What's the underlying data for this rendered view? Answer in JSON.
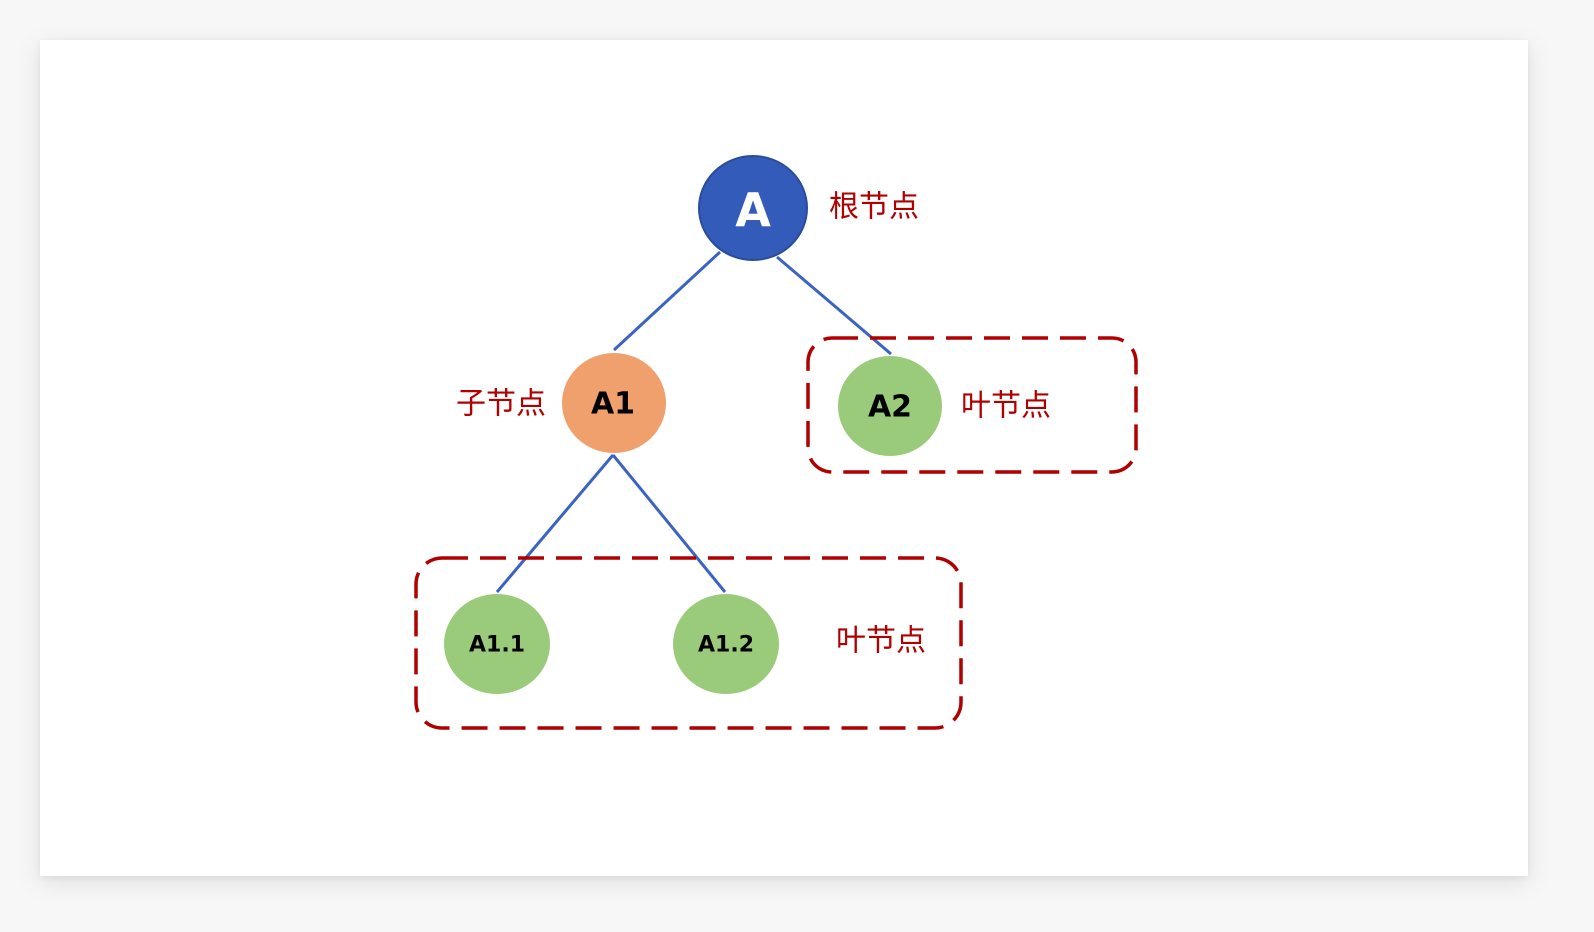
{
  "colors": {
    "root_fill": "#335cba",
    "root_stroke": "#2a4c99",
    "child_fill": "#f0a06c",
    "leaf_fill": "#9acb7a",
    "edge": "#3a64c0",
    "annotation": "#b00000",
    "box": "#b00000"
  },
  "nodes": {
    "root": {
      "label": "A",
      "role": "root"
    },
    "a1": {
      "label": "A1",
      "role": "child"
    },
    "a2": {
      "label": "A2",
      "role": "leaf"
    },
    "a11": {
      "label": "A1.1",
      "role": "leaf"
    },
    "a12": {
      "label": "A1.2",
      "role": "leaf"
    }
  },
  "edges": [
    {
      "from": "A",
      "to": "A1"
    },
    {
      "from": "A",
      "to": "A2"
    },
    {
      "from": "A1",
      "to": "A1.1"
    },
    {
      "from": "A1",
      "to": "A1.2"
    }
  ],
  "annotations": {
    "root_label": "根节点",
    "child_label": "子节点",
    "leaf_label_right": "叶节点",
    "leaf_label_bottom": "叶节点"
  }
}
